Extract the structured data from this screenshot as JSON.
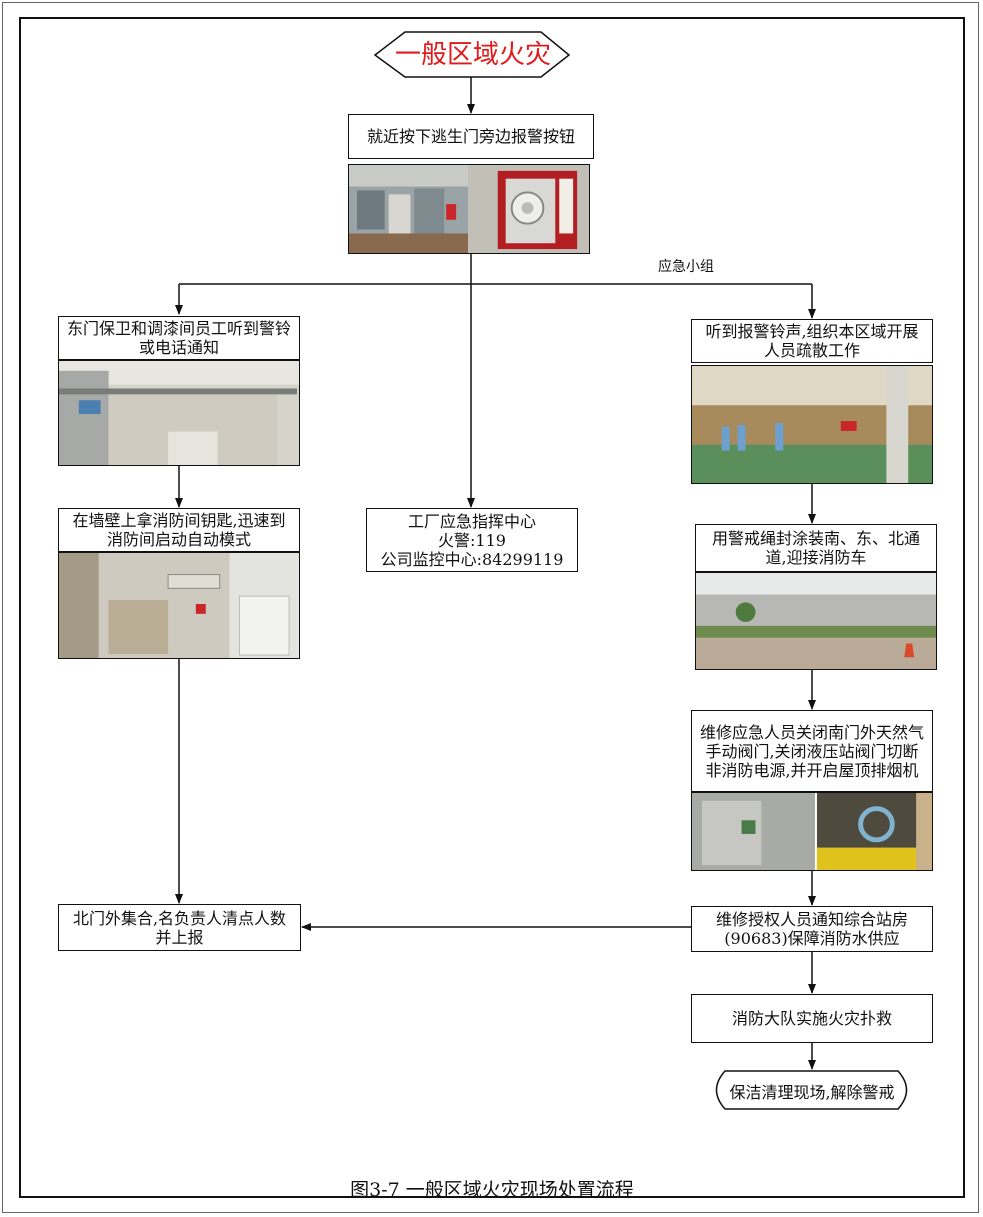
{
  "title": "一般区域火灾",
  "caption": "图3-7 一般区域火灾现场处置流程",
  "branch_label": "应急小组",
  "steps": {
    "alarm_button": "就近按下逃生门旁边报警按钮",
    "east_gate": "东门保卫和调漆间员工听到警铃或电话通知",
    "take_key": "在墙壁上拿消防间钥匙,迅速到消防间启动自动模式",
    "command_center_l1": "工厂应急指挥中心",
    "command_center_l2": "火警:119",
    "command_center_l3": "公司监控中心:84299119",
    "evacuate": "听到报警铃声,组织本区域开展人员疏散工作",
    "cordon": "用警戒绳封涂装南、东、北通道,迎接消防车",
    "shutoff": "维修应急人员关闭南门外天然气手动阀门,关闭液压站阀门切断非消防电源,并开启屋顶排烟机",
    "assemble": "北门外集合,名负责人清点人数并上报",
    "notify_station": "维修授权人员通知综合站房(90683)保障消防水供应",
    "firefight": "消防大队实施火灾扑救",
    "cleanup": "保洁清理现场,解除警戒"
  },
  "colors": {
    "title_red": "#e01a1a",
    "line": "#111111"
  }
}
